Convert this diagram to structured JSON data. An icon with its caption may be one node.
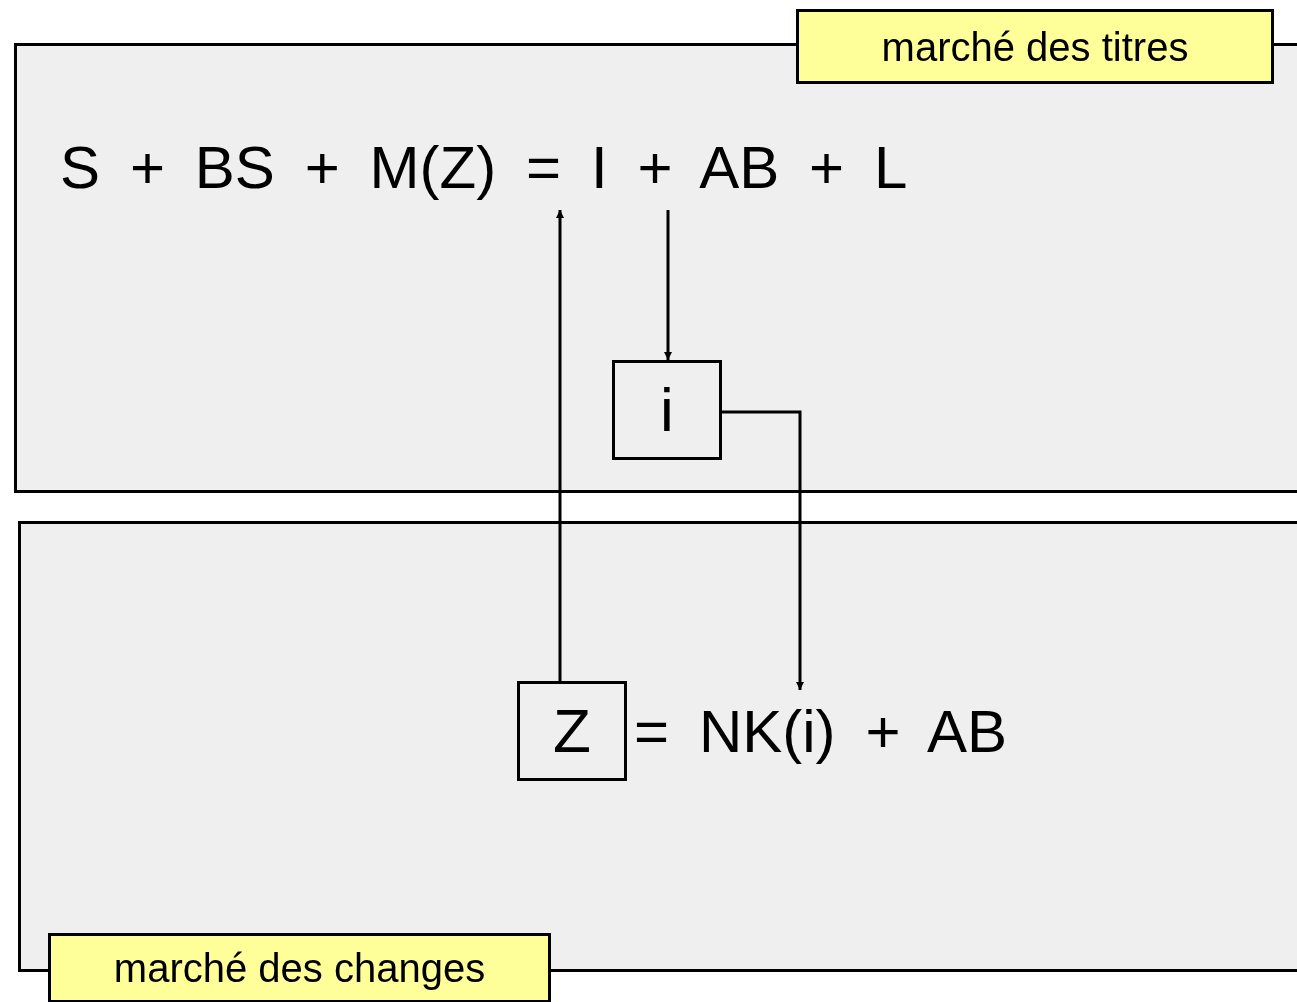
{
  "diagram": {
    "nodes": [
      {
        "text": [
          "marché des titres"
        ]
      },
      {
        "text": [
          "S + BS + M(Z) = I + AB + L"
        ],
        "in": 0
      },
      {
        "text": [
          "i"
        ],
        "in": 0
      },
      {
        "text": [
          "marché des changes"
        ]
      },
      {
        "text": [
          "Z"
        ],
        "in": 3
      },
      {
        "text": [
          "= NK(i) + AB"
        ],
        "in": 3
      }
    ],
    "edges": [
      {
        "from": 1,
        "to": 2,
        "arrow": "to"
      },
      {
        "from": 2,
        "to": 5,
        "arrow": "to"
      },
      {
        "from": 4,
        "to": 1,
        "arrow": "to"
      }
    ]
  }
}
